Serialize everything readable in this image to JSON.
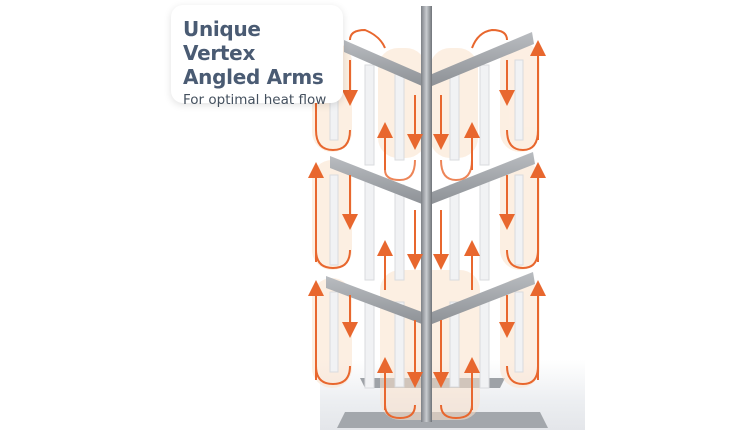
{
  "callout": {
    "title_line1": "Unique Vertex",
    "title_line2": "Angled Arms",
    "subtitle": "For optimal heat flow"
  },
  "product": {
    "description": "Vertex angled-arm heater rack on central pole with heat-flow arrows",
    "tiers": 3,
    "arrow_color": "#e8672e",
    "glow_color": "#f8c7a2",
    "frame_color": "#9da1a6",
    "element_color": "#f2f3f4"
  },
  "colors": {
    "title": "#4a5b73",
    "subtitle": "#44505e",
    "background": "#ffffff"
  }
}
